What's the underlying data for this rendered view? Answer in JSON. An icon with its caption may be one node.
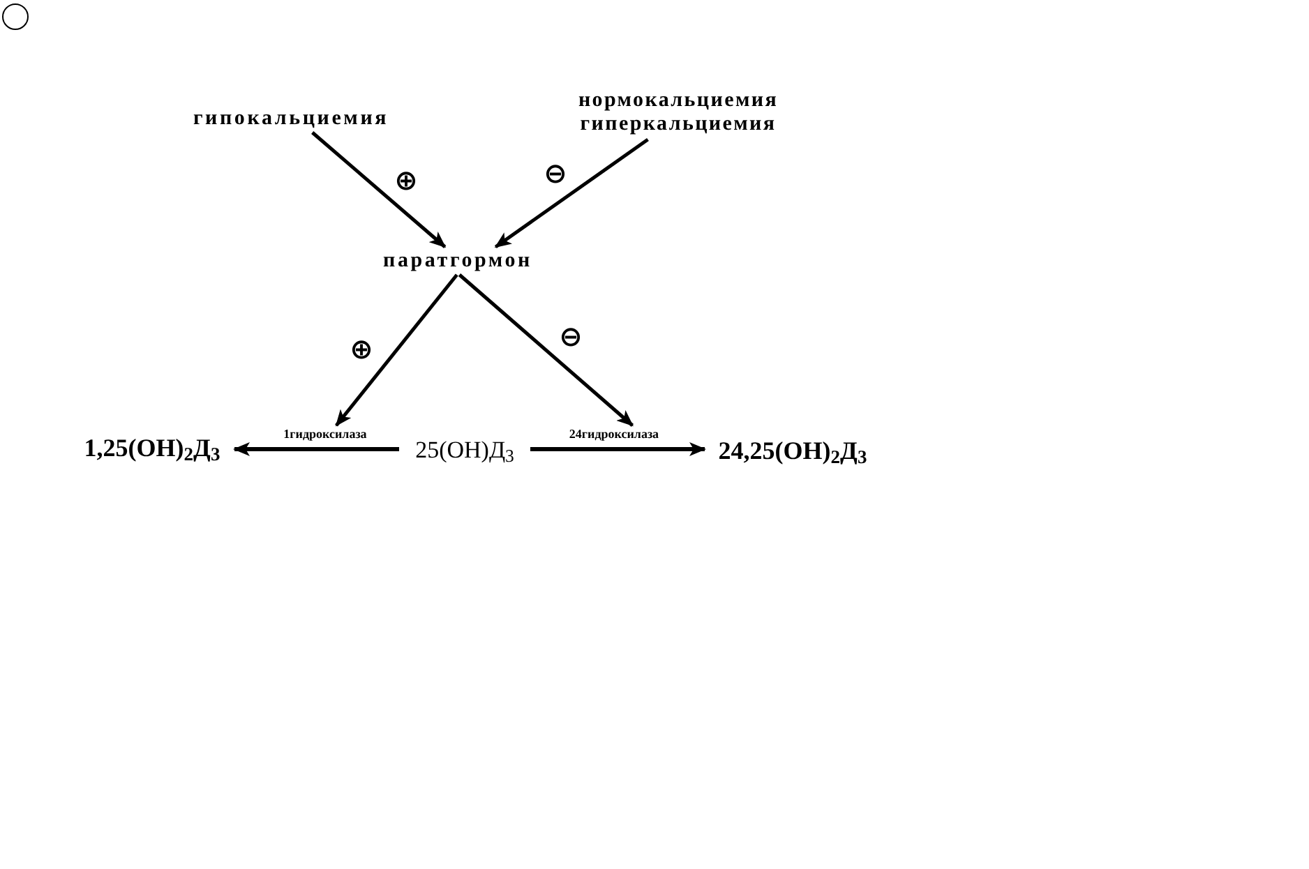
{
  "diagram": {
    "nodes": [
      {
        "text": [
          "гипокальциемия"
        ]
      },
      {
        "text": [
          "нормокальциемия гиперкальциемия"
        ]
      },
      {
        "text": [
          "паратгормон"
        ]
      },
      {
        "text": [
          "1,25(OH)$_{2}$Д$_{3}$"
        ]
      },
      {
        "text": [
          "1гидроксилаза"
        ]
      },
      {
        "text": [
          "25(OH)Д$_{3}$"
        ]
      },
      {
        "text": [
          "24гидроксилаза"
        ]
      },
      {
        "text": [
          "24,25(OH)$_{2}$Д$_{3}$"
        ]
      }
    ],
    "edges": [
      {
        "from": 0,
        "to": 2,
        "arrow": "to",
        "label": "⊕"
      },
      {
        "from": 1,
        "to": 2,
        "arrow": "to",
        "label": "⊖"
      },
      {
        "from": 2,
        "to": 4,
        "arrow": "to",
        "label": "⊕"
      },
      {
        "from": 2,
        "to": 6,
        "arrow": "to",
        "label": "⊖"
      },
      {
        "from": 5,
        "to": 3,
        "arrow": "to"
      },
      {
        "from": 5,
        "to": 7,
        "arrow": "to"
      }
    ]
  }
}
